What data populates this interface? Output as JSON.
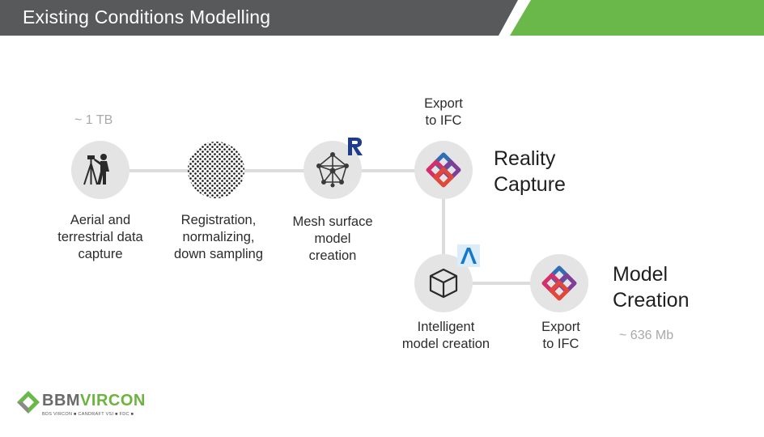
{
  "header": {
    "title": "Existing Conditions Modelling",
    "bar_color": "#58595b",
    "accent_color": "#6ab74a"
  },
  "metrics": {
    "input_size": "~ 1 TB",
    "output_size": "~ 636 Mb"
  },
  "steps": [
    {
      "id": "capture",
      "icon": "surveyor-tripod-icon",
      "lines": [
        "Aerial and",
        "terrestrial data",
        "capture"
      ]
    },
    {
      "id": "registration",
      "icon": "point-cloud-icon",
      "lines": [
        "Registration,",
        "normalizing,",
        "down sampling"
      ]
    },
    {
      "id": "mesh",
      "icon": "mesh-network-icon",
      "lines": [
        "Mesh surface",
        "model",
        "creation"
      ]
    },
    {
      "id": "export-ifc-1",
      "icon": "ifc-logo-icon",
      "lines": [
        "Export",
        "to IFC"
      ]
    },
    {
      "id": "intelligent",
      "icon": "cube-icon",
      "lines": [
        "Intelligent",
        "model creation"
      ]
    },
    {
      "id": "export-ifc-2",
      "icon": "ifc-logo-icon",
      "lines": [
        "Export",
        "to IFC"
      ]
    }
  ],
  "stages": {
    "reality": [
      "Reality",
      "Capture"
    ],
    "model": [
      "Model",
      "Creation"
    ]
  },
  "logo": {
    "name_a": "BBM",
    "name_b": "VIRCON",
    "subline": "BDS VIRCON ■   CANDRAFT VSI ■   FDC ■"
  }
}
